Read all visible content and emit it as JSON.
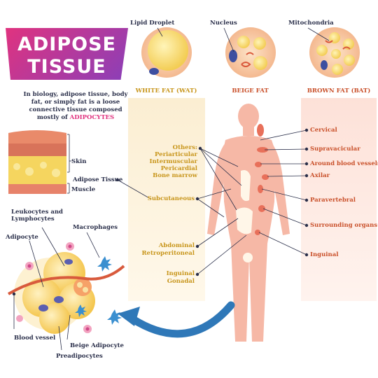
{
  "title": {
    "line1": "ADIPOSE",
    "line2": "TISSUE"
  },
  "intro": {
    "text": "In biology, adipose tissue, body fat, or simply fat is a loose connective tissue composed mostly of",
    "highlight": "ADIPOCYTES"
  },
  "cell_labels": {
    "lipid": "Lipid Droplet",
    "nucleus": "Nucleus",
    "mito": "Mitochondria"
  },
  "fat_types": {
    "white": "WHITE FAT (WAT)",
    "beige": "BEIGE FAT",
    "brown": "BROWN FAT (BAT)"
  },
  "layers": {
    "skin": "Skin",
    "adipose": "Adipose Tissue",
    "muscle": "Muscle"
  },
  "white_locations": {
    "others_title": "Others:",
    "others": [
      "Periarticular",
      "Intermuscular",
      "Pericardial",
      "Bone marrow"
    ],
    "subcutaneous": "Subcutaneous",
    "abdominal": "Abdominal",
    "retroperitoneal": "Retroperitoneal",
    "inguinal": "Inguinal",
    "gonadal": "Gonadal"
  },
  "brown_locations": [
    "Cervical",
    "Supravacicular",
    "Around blood vessels",
    "Axilar",
    "Paravertebral",
    "Surrounding organs",
    "Inguinal"
  ],
  "cluster_labels": {
    "leukocytes": "Leukocytes and",
    "lymphocytes": "Lymphocytes",
    "macrophages": "Macrophages",
    "adipocyte": "Adipocyte",
    "blood_vessel": "Blood vessel",
    "beige_adipocyte": "Beige Adipocyte",
    "preadipocytes": "Preadipocytes"
  },
  "colors": {
    "title_gradient": [
      "#e0337f",
      "#8a3fb8"
    ],
    "white_fat": "#f7d777",
    "brown_fat": "#e8705a",
    "body": "#f6b8a6",
    "text_dark": "#2a2f4a",
    "highlight": "#e0337f",
    "arrow": "#2f78b8"
  }
}
